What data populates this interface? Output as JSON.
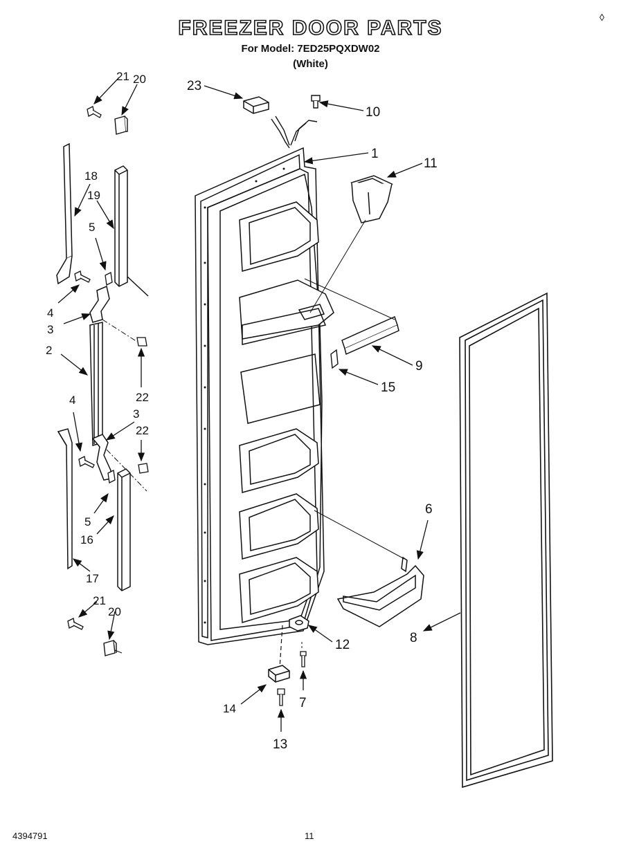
{
  "title": "FREEZER DOOR PARTS",
  "subtitle": "For Model: 7ED25PQXDW02",
  "variant": "(White)",
  "doc_number": "4394791",
  "page_number": "11",
  "corner_mark": "◊",
  "callouts": {
    "c1": "1",
    "c2": "2",
    "c3a": "3",
    "c3b": "3",
    "c4a": "4",
    "c4b": "4",
    "c5a": "5",
    "c5b": "5",
    "c6": "6",
    "c7": "7",
    "c8": "8",
    "c9": "9",
    "c10": "10",
    "c11": "11",
    "c12": "12",
    "c13": "13",
    "c14": "14",
    "c15": "15",
    "c16": "16",
    "c17": "17",
    "c18": "18",
    "c19": "19",
    "c20a": "20",
    "c20b": "20",
    "c21a": "21",
    "c21b": "21",
    "c22a": "22",
    "c22b": "22",
    "c23": "23"
  }
}
